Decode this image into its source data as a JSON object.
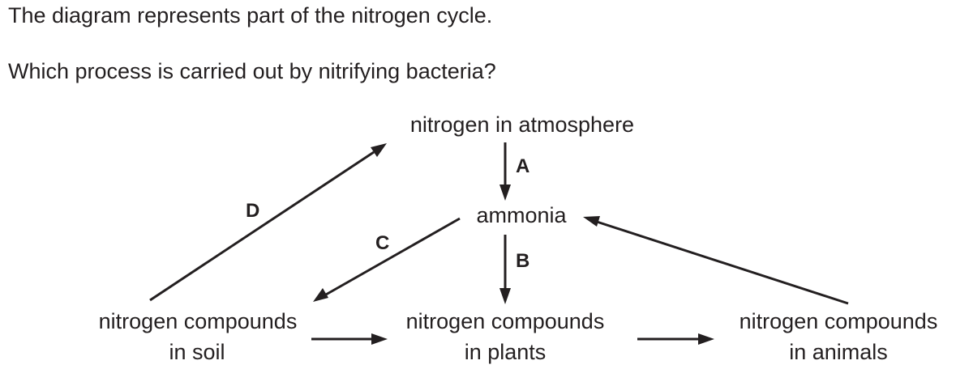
{
  "question": {
    "line1": "The diagram represents part of the nitrogen cycle.",
    "line2": "Which process is carried out by nitrifying bacteria?"
  },
  "nodes": {
    "atmosphere": "nitrogen in atmosphere",
    "ammonia": "ammonia",
    "soil": [
      "nitrogen compounds",
      "in soil"
    ],
    "plants": [
      "nitrogen compounds",
      "in plants"
    ],
    "animals": [
      "nitrogen compounds",
      "in animals"
    ]
  },
  "process_labels": {
    "A": "A",
    "B": "B",
    "C": "C",
    "D": "D"
  }
}
